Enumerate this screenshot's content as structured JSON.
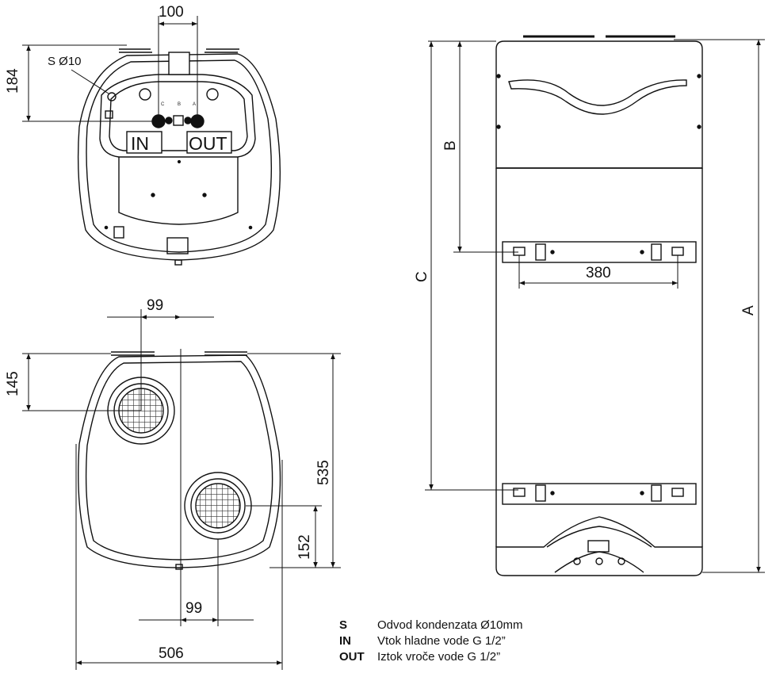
{
  "top_view": {
    "dim_top_width": "100",
    "dim_left_height": "184",
    "drain_label": "S Ø10",
    "inlet_label": "IN",
    "outlet_label": "OUT",
    "valve_letters": [
      "C",
      "B",
      "A"
    ]
  },
  "bottom_view": {
    "dim_top": "99",
    "dim_left": "145",
    "dim_right": "535",
    "dim_right_lower": "152",
    "dim_bottom_inner": "99",
    "dim_bottom_width": "506"
  },
  "front_view": {
    "dim_a": "A",
    "dim_b": "B",
    "dim_c": "C",
    "dim_bracket": "380"
  },
  "legend": [
    {
      "key": "S",
      "text": "Odvod kondenzata Ø10mm"
    },
    {
      "key": "IN",
      "text": "Vtok hladne vode G 1/2”"
    },
    {
      "key": "OUT",
      "text": "Iztok vroče vode G 1/2”"
    }
  ]
}
